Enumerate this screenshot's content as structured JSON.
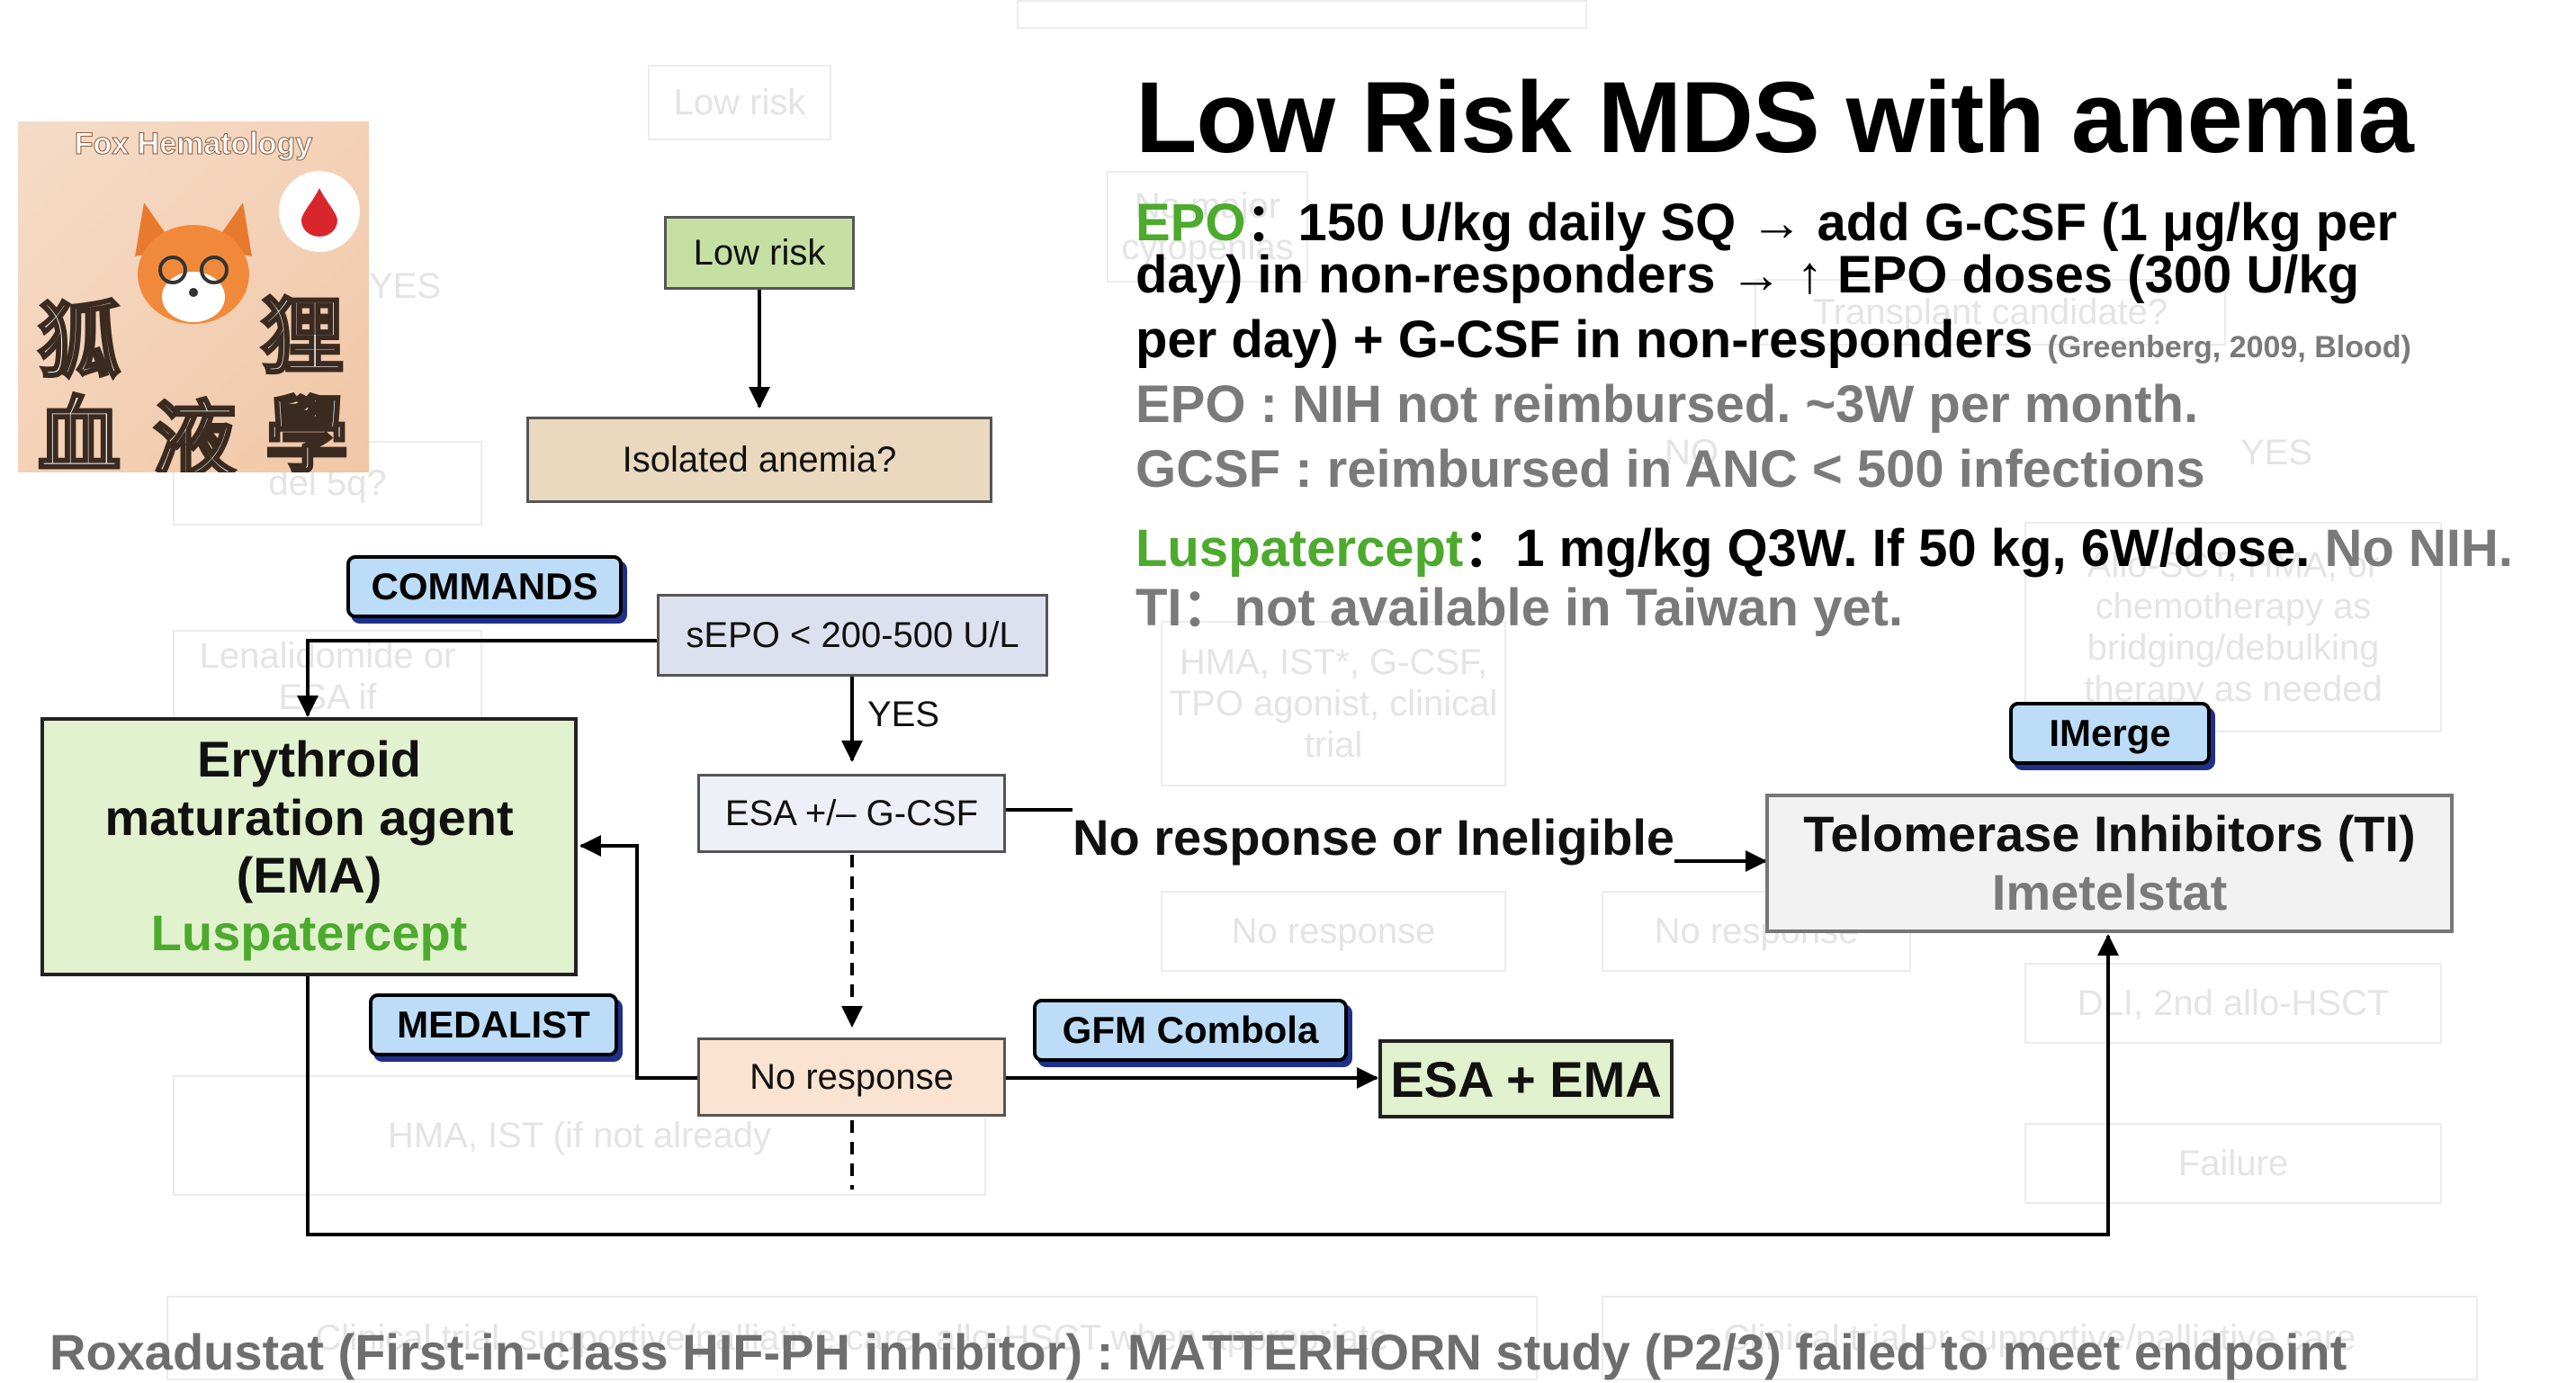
{
  "background_chart": {
    "labels": [
      "Low risk",
      "No major cytopenias",
      "YES",
      "Transplant candidate?",
      "del 5q?",
      "NO",
      "YES",
      "Lenalidomide or ESA if",
      "HMA, IST*, G-CSF, TPO agonist, clinical trial",
      "Allo-SCT, HMA, or chemotherapy as bridging/debulking therapy as needed",
      "No response",
      "No response",
      "DLI, 2nd allo-HSCT",
      "HMA, IST (if not already",
      "Failure",
      "Clinical trial, supportive/palliative care, allo-HSCT when appropriate",
      "Clinical trial or supportive/palliative care"
    ]
  },
  "logo": {
    "caption": "Fox Hematology",
    "chars": [
      "狐",
      "狸",
      "血",
      "液",
      "學"
    ]
  },
  "title": "Low Risk MDS with anemia",
  "info": {
    "epo_label": "EPO",
    "epo_line1": "：150 U/kg daily SQ → add G-CSF (1 μg/kg per",
    "epo_line2": "day) in non-responders → ↑ EPO doses (300 U/kg",
    "epo_line3": "per day) + G-CSF in non-responders",
    "epo_ref": "(Greenberg, 2009, Blood)",
    "epo_cost": "EPO : NIH not reimbursed. ~3W per month.",
    "gcsf": "GCSF : reimbursed in ANC < 500 infections",
    "lusp_label": "Luspatercept",
    "lusp_text": "：1 mg/kg Q3W. If 50 kg, 6W/dose.",
    "lusp_nih": " No NIH.",
    "ti": "TI：not available in Taiwan yet."
  },
  "nodes": {
    "low_risk": "Low risk",
    "isolated_anemia": "Isolated anemia?",
    "sepo": "sEPO < 200-500 U/L",
    "esa_gcsf": "ESA +/– G-CSF",
    "no_response": "No response",
    "ema_line1": "Erythroid",
    "ema_line2": "maturation agent",
    "ema_line3": "(EMA)",
    "ema_line4": "Luspatercept",
    "ti_line1": "Telomerase Inhibitors (TI)",
    "ti_line2": "Imetelstat",
    "esa_ema": "ESA + EMA"
  },
  "edge_labels": {
    "yes": "YES",
    "no_response_or_ineligible": "No response or Ineligible"
  },
  "tags": {
    "commands": "COMMANDS",
    "medalist": "MEDALIST",
    "gfm": "GFM Combola",
    "imerge": "IMerge"
  },
  "footer": "Roxadustat (First-in-class HIF-PH inhibitor) : MATTERHORN study (P2/3) failed to meet endpoint",
  "colors": {
    "green_fill": "#e2f2cf",
    "tan_fill": "#ead9be",
    "blue_fill": "#dde0ee",
    "peach_fill": "#fbe3d1",
    "tag_fill": "#bcdcf7",
    "accent_green": "#4caa2c"
  }
}
